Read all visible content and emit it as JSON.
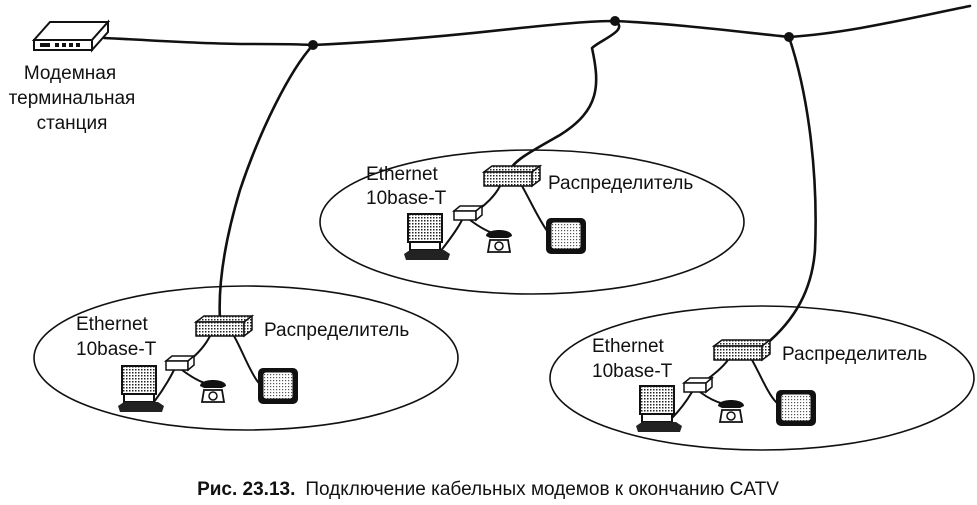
{
  "headend": {
    "label_lines": [
      "Модемная",
      "терминальная",
      "станция"
    ]
  },
  "subnets": [
    {
      "id": "center",
      "net_line1": "Ethernet",
      "net_line2": "10base-T",
      "splitter_label": "Распределитель"
    },
    {
      "id": "left",
      "net_line1": "Ethernet",
      "net_line2": "10base-T",
      "splitter_label": "Распределитель"
    },
    {
      "id": "right",
      "net_line1": "Ethernet",
      "net_line2": "10base-T",
      "splitter_label": "Распределитель"
    }
  ],
  "caption": {
    "number": "Рис. 23.13.",
    "text": "Подключение кабельных модемов к окончанию CATV"
  }
}
